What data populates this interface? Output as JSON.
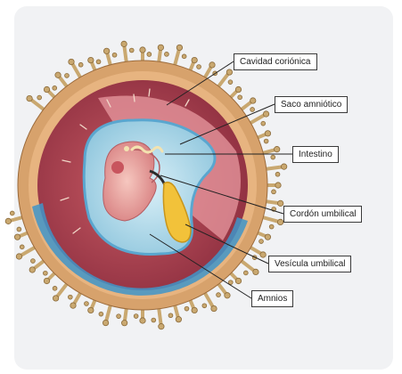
{
  "labels": {
    "cavidad": "Cavidad coriónica",
    "saco": "Saco amniótico",
    "intestino": "Intestino",
    "cordon": "Cordón umbilical",
    "vesicula": "Vesícula umbilical",
    "amnios": "Amnios"
  },
  "colors": {
    "card_bg": "#f1f2f4",
    "villi": "#c9a870",
    "chorionic_cavity": "#a6414f",
    "amniotic_sac": "#b6dcec",
    "embryo": "#e8a4a0",
    "yolk_sac": "#f2c23a",
    "leader_line": "#222222"
  }
}
